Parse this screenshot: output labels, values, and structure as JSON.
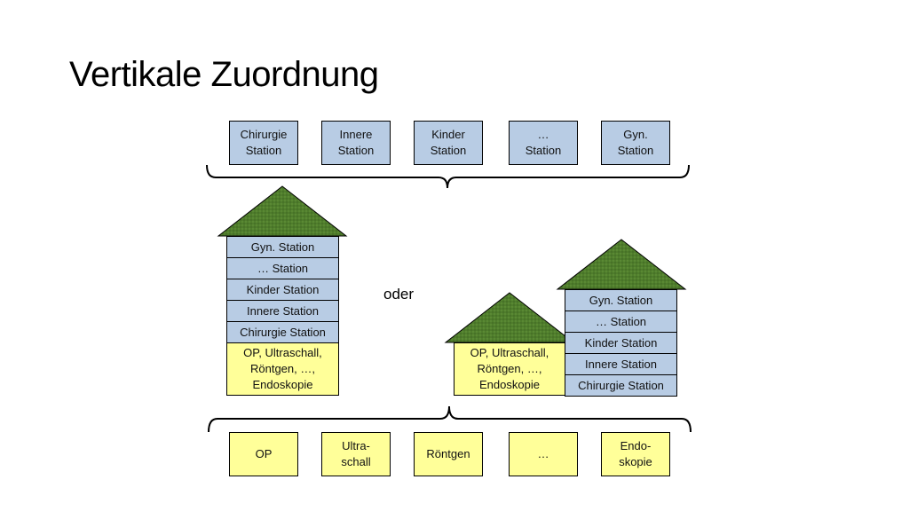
{
  "title": "Vertikale Zuordnung",
  "top_row": [
    "Chirurgie\nStation",
    "Innere\nStation",
    "Kinder\nStation",
    "…\nStation",
    "Gyn.\nStation"
  ],
  "left_building": {
    "floors": [
      "Gyn. Station",
      "…  Station",
      "Kinder Station",
      "Innere Station",
      "Chirurgie Station"
    ],
    "base": "OP, Ultraschall,\nRöntgen, …,\nEndoskopie"
  },
  "connector": "oder",
  "right_low_building": {
    "base": "OP, Ultraschall,\nRöntgen, …,\nEndoskopie"
  },
  "right_tall_building": {
    "floors": [
      "Gyn. Station",
      "…  Station",
      "Kinder Station",
      "Innere Station",
      "Chirurgie Station"
    ]
  },
  "bottom_row": [
    "OP",
    "Ultra-\nschall",
    "Röntgen",
    "…",
    "Endo-\nskopie"
  ],
  "colors": {
    "station_fill": "#b8cce4",
    "service_fill": "#ffff99",
    "roof_fill": "#4f7d2c"
  }
}
